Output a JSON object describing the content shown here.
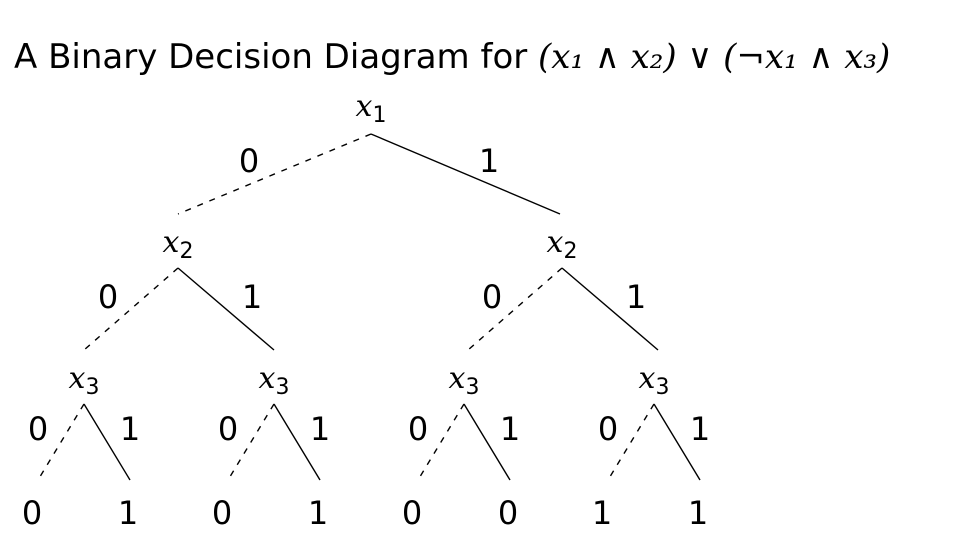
{
  "title": {
    "prefix": "A Binary Decision Diagram for ",
    "math": "(x₁ ∧ x₂) ∨ (¬x₁ ∧ x₃)"
  },
  "root": {
    "var": "x",
    "sub": "1",
    "low_label": "0",
    "high_label": "1",
    "low": {
      "var": "x",
      "sub": "2",
      "low_label": "0",
      "high_label": "1",
      "low": {
        "var": "x",
        "sub": "3",
        "low_label": "0",
        "high_label": "1",
        "low": "0",
        "high": "1"
      },
      "high": {
        "var": "x",
        "sub": "3",
        "low_label": "0",
        "high_label": "1",
        "low": "0",
        "high": "1"
      }
    },
    "high": {
      "var": "x",
      "sub": "2",
      "low_label": "0",
      "high_label": "1",
      "low": {
        "var": "x",
        "sub": "3",
        "low_label": "0",
        "high_label": "1",
        "low": "0",
        "high": "0"
      },
      "high": {
        "var": "x",
        "sub": "3",
        "low_label": "0",
        "high_label": "1",
        "low": "1",
        "high": "1"
      }
    }
  },
  "colors": {
    "ink": "#000000",
    "background": "#ffffff"
  }
}
